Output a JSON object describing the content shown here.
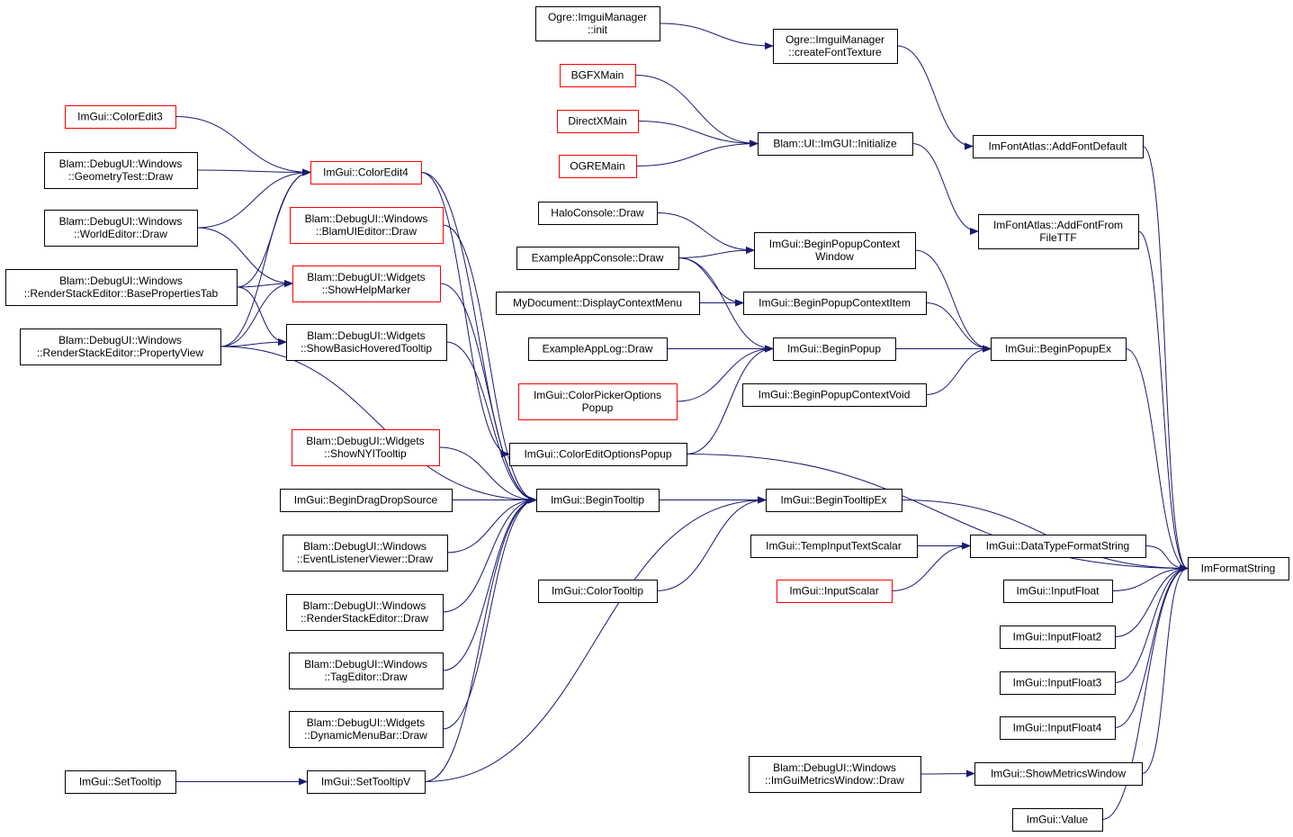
{
  "colors": {
    "edge": "#191970",
    "normal_border": "#000000",
    "truncated_border": "#ff0000",
    "root_fill": "#bfbfbf"
  },
  "nodes": {
    "imformatstring": {
      "lines": [
        "ImFormatString"
      ],
      "kind": "root"
    },
    "ogre_init": {
      "lines": [
        "Ogre::ImguiManager",
        "::init"
      ],
      "kind": "normal"
    },
    "ogre_createfont": {
      "lines": [
        "Ogre::ImguiManager",
        "::createFontTexture"
      ],
      "kind": "normal"
    },
    "bgfxmain": {
      "lines": [
        "BGFXMain"
      ],
      "kind": "truncated"
    },
    "directxmain": {
      "lines": [
        "DirectXMain"
      ],
      "kind": "truncated"
    },
    "ogremain": {
      "lines": [
        "OGREMain"
      ],
      "kind": "truncated"
    },
    "blam_imgui_init": {
      "lines": [
        "Blam::UI::ImGUI::Initialize"
      ],
      "kind": "normal"
    },
    "fontatlas_default": {
      "lines": [
        "ImFontAtlas::AddFontDefault"
      ],
      "kind": "normal"
    },
    "fontatlas_ttf": {
      "lines": [
        "ImFontAtlas::AddFontFrom",
        "FileTTF"
      ],
      "kind": "normal"
    },
    "coloredit3": {
      "lines": [
        "ImGui::ColorEdit3"
      ],
      "kind": "truncated"
    },
    "coloredit4": {
      "lines": [
        "ImGui::ColorEdit4"
      ],
      "kind": "truncated"
    },
    "geometrytest": {
      "lines": [
        "Blam::DebugUI::Windows",
        "::GeometryTest::Draw"
      ],
      "kind": "normal"
    },
    "worldeditor": {
      "lines": [
        "Blam::DebugUI::Windows",
        "::WorldEditor::Draw"
      ],
      "kind": "normal"
    },
    "blamuieditor": {
      "lines": [
        "Blam::DebugUI::Windows",
        "::BlamUIEditor::Draw"
      ],
      "kind": "truncated"
    },
    "showhelpmarker": {
      "lines": [
        "Blam::DebugUI::Widgets",
        "::ShowHelpMarker"
      ],
      "kind": "truncated"
    },
    "basepropertiestab": {
      "lines": [
        "Blam::DebugUI::Windows",
        "::RenderStackEditor::BasePropertiesTab"
      ],
      "kind": "normal"
    },
    "propertyview": {
      "lines": [
        "Blam::DebugUI::Windows",
        "::RenderStackEditor::PropertyView"
      ],
      "kind": "normal"
    },
    "showbasichovered": {
      "lines": [
        "Blam::DebugUI::Widgets",
        "::ShowBasicHoveredTooltip"
      ],
      "kind": "normal"
    },
    "haloconsole": {
      "lines": [
        "HaloConsole::Draw"
      ],
      "kind": "normal"
    },
    "exampleappconsole": {
      "lines": [
        "ExampleAppConsole::Draw"
      ],
      "kind": "normal"
    },
    "popupcontextwindow": {
      "lines": [
        "ImGui::BeginPopupContext",
        "Window"
      ],
      "kind": "normal"
    },
    "mydocument": {
      "lines": [
        "MyDocument::DisplayContextMenu"
      ],
      "kind": "normal"
    },
    "popupcontextitem": {
      "lines": [
        "ImGui::BeginPopupContextItem"
      ],
      "kind": "normal"
    },
    "exampleapplog": {
      "lines": [
        "ExampleAppLog::Draw"
      ],
      "kind": "normal"
    },
    "beginpopup": {
      "lines": [
        "ImGui::BeginPopup"
      ],
      "kind": "normal"
    },
    "beginpopupex": {
      "lines": [
        "ImGui::BeginPopupEx"
      ],
      "kind": "normal"
    },
    "colorpickeroptions": {
      "lines": [
        "ImGui::ColorPickerOptions",
        "Popup"
      ],
      "kind": "truncated"
    },
    "popupcontextvoid": {
      "lines": [
        "ImGui::BeginPopupContextVoid"
      ],
      "kind": "normal"
    },
    "coloreditoptions": {
      "lines": [
        "ImGui::ColorEditOptionsPopup"
      ],
      "kind": "normal"
    },
    "shownyitooltip": {
      "lines": [
        "Blam::DebugUI::Widgets",
        "::ShowNYITooltip"
      ],
      "kind": "truncated"
    },
    "begindragdrop": {
      "lines": [
        "ImGui::BeginDragDropSource"
      ],
      "kind": "normal"
    },
    "begintooltip": {
      "lines": [
        "ImGui::BeginTooltip"
      ],
      "kind": "normal"
    },
    "begintooltipex": {
      "lines": [
        "ImGui::BeginTooltipEx"
      ],
      "kind": "normal"
    },
    "eventlistener": {
      "lines": [
        "Blam::DebugUI::Windows",
        "::EventListenerViewer::Draw"
      ],
      "kind": "normal"
    },
    "tempinputtext": {
      "lines": [
        "ImGui::TempInputTextScalar"
      ],
      "kind": "normal"
    },
    "datatypeformat": {
      "lines": [
        "ImGui::DataTypeFormatString"
      ],
      "kind": "normal"
    },
    "colortooltip": {
      "lines": [
        "ImGui::ColorTooltip"
      ],
      "kind": "normal"
    },
    "inputscalar": {
      "lines": [
        "ImGui::InputScalar"
      ],
      "kind": "truncated"
    },
    "inputfloat": {
      "lines": [
        "ImGui::InputFloat"
      ],
      "kind": "normal"
    },
    "renderstackdraw": {
      "lines": [
        "Blam::DebugUI::Windows",
        "::RenderStackEditor::Draw"
      ],
      "kind": "normal"
    },
    "inputfloat2": {
      "lines": [
        "ImGui::InputFloat2"
      ],
      "kind": "normal"
    },
    "tageditor": {
      "lines": [
        "Blam::DebugUI::Windows",
        "::TagEditor::Draw"
      ],
      "kind": "normal"
    },
    "inputfloat3": {
      "lines": [
        "ImGui::InputFloat3"
      ],
      "kind": "normal"
    },
    "dynamicmenubar": {
      "lines": [
        "Blam::DebugUI::Widgets",
        "::DynamicMenuBar::Draw"
      ],
      "kind": "normal"
    },
    "inputfloat4": {
      "lines": [
        "ImGui::InputFloat4"
      ],
      "kind": "normal"
    },
    "imguimetrics": {
      "lines": [
        "Blam::DebugUI::Windows",
        "::ImGuiMetricsWindow::Draw"
      ],
      "kind": "normal"
    },
    "showmetrics": {
      "lines": [
        "ImGui::ShowMetricsWindow"
      ],
      "kind": "normal"
    },
    "settooltip": {
      "lines": [
        "ImGui::SetTooltip"
      ],
      "kind": "normal"
    },
    "settooltipv": {
      "lines": [
        "ImGui::SetTooltipV"
      ],
      "kind": "normal"
    },
    "value": {
      "lines": [
        "ImGui::Value"
      ],
      "kind": "normal"
    }
  },
  "edges": [
    [
      "ogre_init",
      "ogre_createfont"
    ],
    [
      "ogre_createfont",
      "fontatlas_default"
    ],
    [
      "bgfxmain",
      "blam_imgui_init"
    ],
    [
      "directxmain",
      "blam_imgui_init"
    ],
    [
      "ogremain",
      "blam_imgui_init"
    ],
    [
      "blam_imgui_init",
      "fontatlas_ttf"
    ],
    [
      "fontatlas_default",
      "imformatstring"
    ],
    [
      "fontatlas_ttf",
      "imformatstring"
    ],
    [
      "coloredit3",
      "coloredit4"
    ],
    [
      "geometrytest",
      "coloredit4"
    ],
    [
      "worldeditor",
      "coloredit4"
    ],
    [
      "basepropertiestab",
      "coloredit4"
    ],
    [
      "propertyview",
      "coloredit4"
    ],
    [
      "worldeditor",
      "showhelpmarker"
    ],
    [
      "basepropertiestab",
      "showhelpmarker"
    ],
    [
      "propertyview",
      "showhelpmarker"
    ],
    [
      "basepropertiestab",
      "showbasichovered"
    ],
    [
      "propertyview",
      "showbasichovered"
    ],
    [
      "propertyview",
      "begintooltip"
    ],
    [
      "coloredit4",
      "begintooltip"
    ],
    [
      "coloredit4",
      "coloreditoptions"
    ],
    [
      "blamuieditor",
      "begintooltip"
    ],
    [
      "showhelpmarker",
      "begintooltip"
    ],
    [
      "showbasichovered",
      "begintooltip"
    ],
    [
      "shownyitooltip",
      "begintooltip"
    ],
    [
      "begindragdrop",
      "begintooltip"
    ],
    [
      "eventlistener",
      "begintooltip"
    ],
    [
      "renderstackdraw",
      "begintooltip"
    ],
    [
      "tageditor",
      "begintooltip"
    ],
    [
      "dynamicmenubar",
      "begintooltip"
    ],
    [
      "settooltipv",
      "begintooltip"
    ],
    [
      "settooltip",
      "settooltipv"
    ],
    [
      "settooltipv",
      "begintooltipex"
    ],
    [
      "begintooltip",
      "begintooltipex"
    ],
    [
      "colortooltip",
      "begintooltipex"
    ],
    [
      "begintooltipex",
      "imformatstring"
    ],
    [
      "haloconsole",
      "popupcontextwindow"
    ],
    [
      "exampleappconsole",
      "popupcontextwindow"
    ],
    [
      "exampleappconsole",
      "popupcontextitem"
    ],
    [
      "exampleappconsole",
      "beginpopup"
    ],
    [
      "mydocument",
      "popupcontextitem"
    ],
    [
      "exampleapplog",
      "beginpopup"
    ],
    [
      "colorpickeroptions",
      "beginpopup"
    ],
    [
      "coloreditoptions",
      "beginpopup"
    ],
    [
      "popupcontextwindow",
      "beginpopupex"
    ],
    [
      "popupcontextitem",
      "beginpopupex"
    ],
    [
      "beginpopup",
      "beginpopupex"
    ],
    [
      "popupcontextvoid",
      "beginpopupex"
    ],
    [
      "beginpopupex",
      "imformatstring"
    ],
    [
      "coloreditoptions",
      "imformatstring"
    ],
    [
      "tempinputtext",
      "datatypeformat"
    ],
    [
      "inputscalar",
      "datatypeformat"
    ],
    [
      "datatypeformat",
      "imformatstring"
    ],
    [
      "inputfloat",
      "imformatstring"
    ],
    [
      "inputfloat2",
      "imformatstring"
    ],
    [
      "inputfloat3",
      "imformatstring"
    ],
    [
      "inputfloat4",
      "imformatstring"
    ],
    [
      "imguimetrics",
      "showmetrics"
    ],
    [
      "showmetrics",
      "imformatstring"
    ],
    [
      "value",
      "imformatstring"
    ]
  ]
}
